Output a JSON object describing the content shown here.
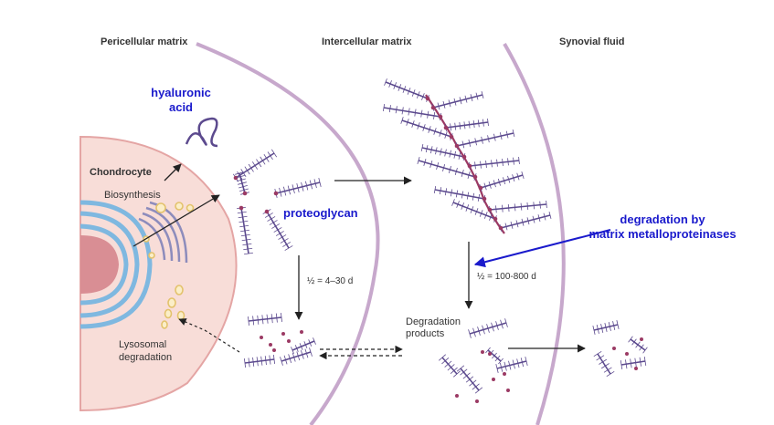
{
  "regions": {
    "pericellular": "Pericellular matrix",
    "intercellular": "Intercellular matrix",
    "synovial": "Synovial fluid"
  },
  "cell": {
    "title": "Chondrocyte",
    "biosynthesis": "Biosynthesis",
    "lysosomal_line1": "Lysosomal",
    "lysosomal_line2": "degradation"
  },
  "annotations": {
    "hyaluronic_line1": "hyaluronic",
    "hyaluronic_line2": "acid",
    "proteoglycan": "proteoglycan",
    "mmp_line1": "degradation by",
    "mmp_line2": "matrix metalloproteinases"
  },
  "half_lives": {
    "pericellular": "½ = 4–30 d",
    "intercellular": "½ = 100-800 d"
  },
  "degradation_products": {
    "line1": "Degradation",
    "line2": "products"
  },
  "colors": {
    "cell_fill": "#f8ddd8",
    "cell_edge": "#e4a5a4",
    "nucleus": "#d98e94",
    "er": "#7fb8e0",
    "matrix_boundary": "#c7a8cc",
    "molecule": "#5c4a8e",
    "molecule_core": "#9b3a64",
    "vesicle": "#e3c26c",
    "annotation_blue": "#1a1acc"
  }
}
